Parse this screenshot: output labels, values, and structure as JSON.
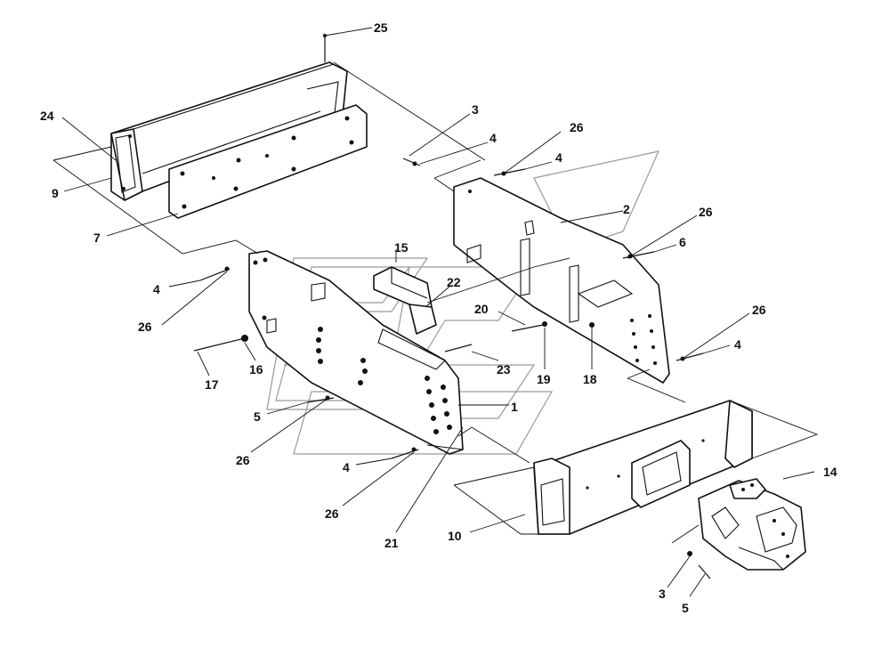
{
  "callouts": {
    "c25": "25",
    "c24": "24",
    "c9": "9",
    "c7": "7",
    "c3a": "3",
    "c4a": "4",
    "c26a": "26",
    "c4b": "4",
    "c2": "2",
    "c26b": "26",
    "c6": "6",
    "c26c": "26",
    "c4c": "4",
    "c15": "15",
    "c22": "22",
    "c20": "20",
    "c4d": "4",
    "c26d": "26",
    "c16": "16",
    "c17": "17",
    "c23": "23",
    "c19": "19",
    "c18": "18",
    "c1": "1",
    "c5a": "5",
    "c26e": "26",
    "c4e": "4",
    "c26f": "26",
    "c21": "21",
    "c10": "10",
    "c14": "14",
    "c3b": "3",
    "c5b": "5"
  }
}
